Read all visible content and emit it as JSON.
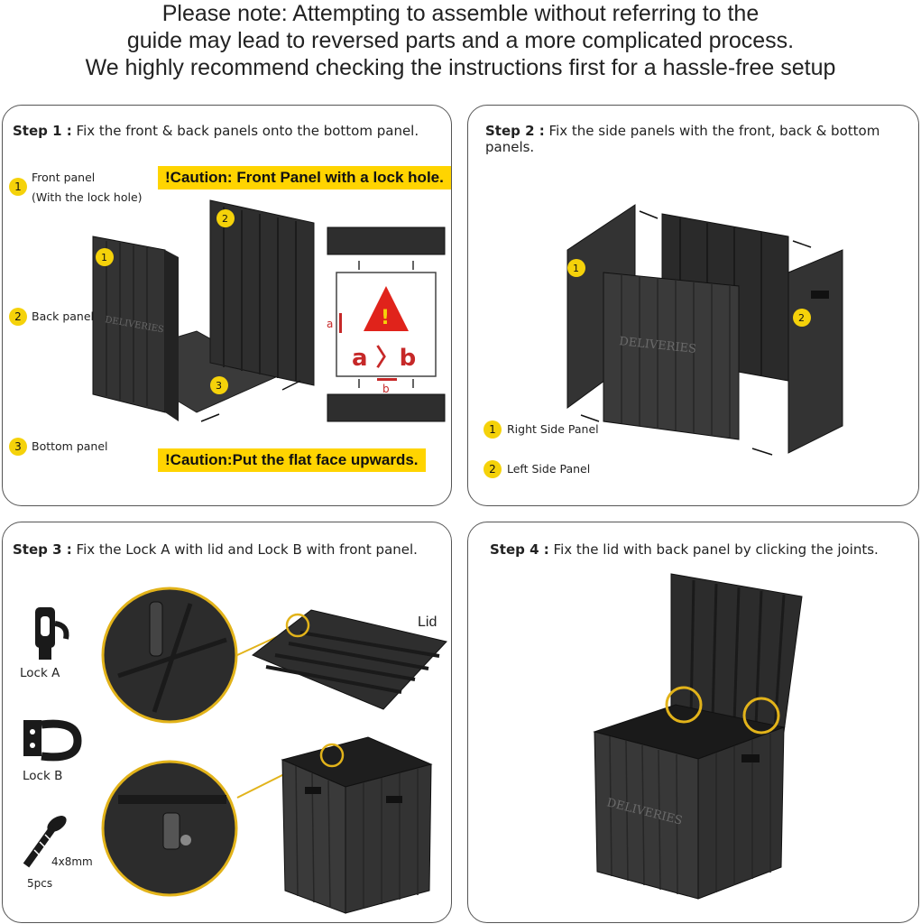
{
  "note": {
    "line1": "Please note: Attempting to assemble without referring to the",
    "line2": "guide may lead to reversed parts and a more complicated process.",
    "line3": "We highly recommend checking the instructions first for a hassle-free setup"
  },
  "step1": {
    "prefix": "Step 1 :",
    "text": "Fix the front & back panels onto the bottom panel.",
    "caution_top": "!Caution: Front Panel with a lock hole.",
    "caution_bottom": "!Caution:Put the flat face upwards.",
    "items": [
      {
        "num": "1",
        "label": "Front panel",
        "sub": "(With the lock hole)"
      },
      {
        "num": "2",
        "label": "Back panel"
      },
      {
        "num": "3",
        "label": "Bottom panel"
      }
    ],
    "panel_word": "DELIVERIES",
    "diagram": {
      "a": "a",
      "b": "b",
      "gt": "a 〉b",
      "alert": "!"
    }
  },
  "step2": {
    "prefix": "Step 2 :",
    "text": "Fix the side panels with the front, back & bottom panels.",
    "items": [
      {
        "num": "1",
        "label": "Right Side Panel"
      },
      {
        "num": "2",
        "label": "Left Side Panel"
      }
    ],
    "panel_word": "DELIVERIES"
  },
  "step3": {
    "prefix": "Step 3 :",
    "text": "Fix the Lock A with lid and Lock B with front panel.",
    "lock_a": "Lock A",
    "lock_b": "Lock B",
    "screw_size": "4x8mm",
    "screw_count": "5pcs",
    "lid": "Lid"
  },
  "step4": {
    "prefix": "Step 4 :",
    "text": "Fix the lid with back panel by clicking the joints.",
    "panel_word": "DELIVERIES"
  },
  "colors": {
    "accent": "#f5d20a",
    "caution": "#ffd400",
    "alert": "#e0231b",
    "product": "#2b2b2b"
  }
}
